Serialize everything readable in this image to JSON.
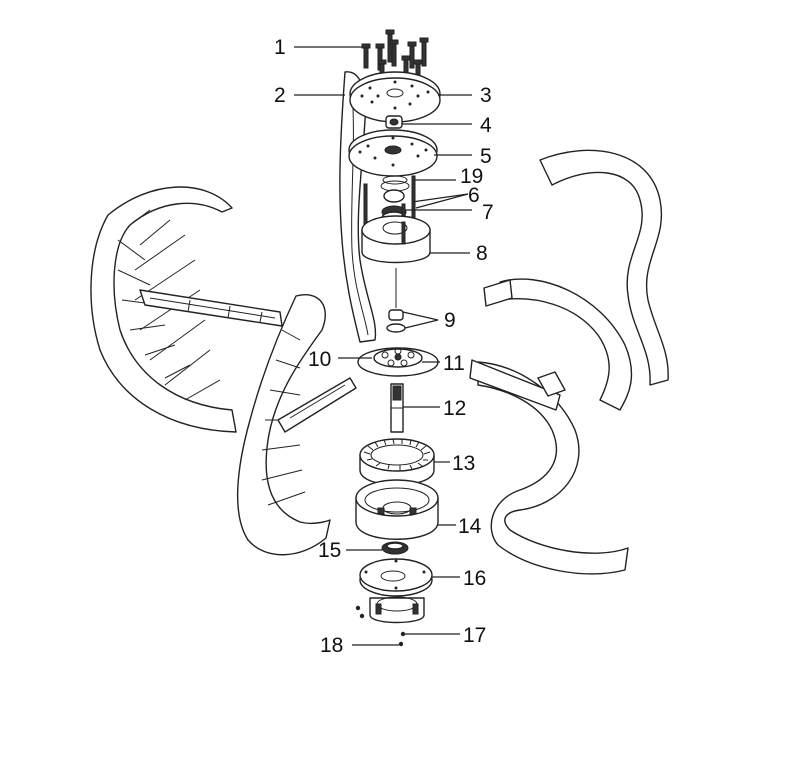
{
  "diagram": {
    "callouts": [
      {
        "id": "c1",
        "label": "1"
      },
      {
        "id": "c2",
        "label": "2"
      },
      {
        "id": "c3",
        "label": "3"
      },
      {
        "id": "c4",
        "label": "4"
      },
      {
        "id": "c5",
        "label": "5"
      },
      {
        "id": "c19",
        "label": "19"
      },
      {
        "id": "c6",
        "label": "6"
      },
      {
        "id": "c7",
        "label": "7"
      },
      {
        "id": "c8",
        "label": "8"
      },
      {
        "id": "c9",
        "label": "9"
      },
      {
        "id": "c10",
        "label": "10"
      },
      {
        "id": "c11",
        "label": "11"
      },
      {
        "id": "c12",
        "label": "12"
      },
      {
        "id": "c13",
        "label": "13"
      },
      {
        "id": "c14",
        "label": "14"
      },
      {
        "id": "c15",
        "label": "15"
      },
      {
        "id": "c16",
        "label": "16"
      },
      {
        "id": "c17",
        "label": "17"
      },
      {
        "id": "c18",
        "label": "18"
      }
    ]
  }
}
